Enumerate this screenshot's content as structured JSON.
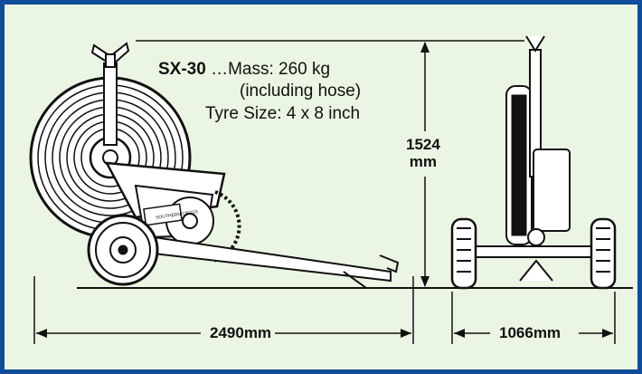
{
  "spec": {
    "model": "SX-30",
    "mass_label": "…Mass: 260 kg",
    "mass_note": "(including hose)",
    "tyre_size": "Tyre Size: 4 x 8 inch"
  },
  "dimensions": {
    "height_value": "1524",
    "height_unit": "mm",
    "length": "2490mm",
    "width": "1066mm"
  },
  "side_panel_label": "SOUTHERN CROSS",
  "colors": {
    "frame": "#0f4c9a",
    "background": "#ebf5e3",
    "line": "#111111"
  }
}
